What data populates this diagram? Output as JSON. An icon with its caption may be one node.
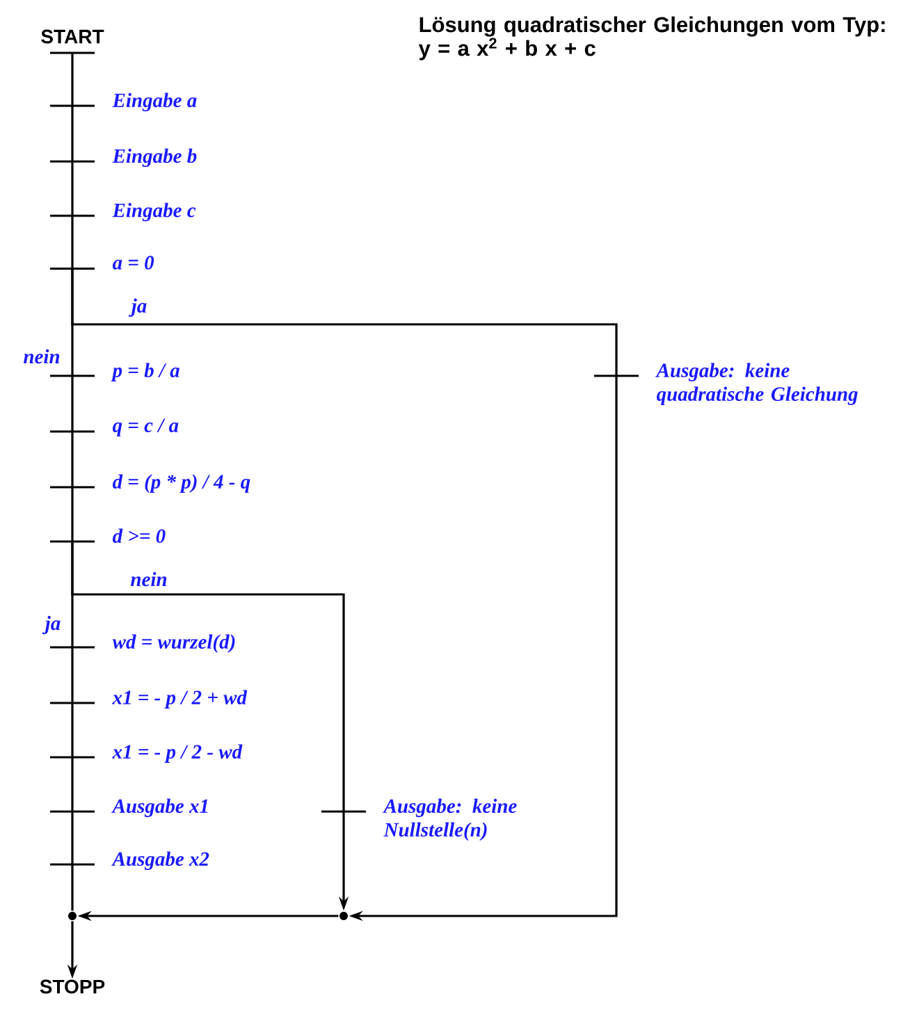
{
  "diagram": {
    "title": "Lösung quadratischer Gleichungen vom Typ:  y = a x$^{2}$ + b x  +  c",
    "nodes": [
      {
        "text": [
          "START"
        ]
      },
      {
        "text": [
          "Eingabe a"
        ]
      },
      {
        "text": [
          "Eingabe b"
        ]
      },
      {
        "text": [
          "Eingabe c"
        ]
      },
      {
        "text": [
          "a = 0"
        ]
      },
      {
        "text": [
          "p = b / a"
        ]
      },
      {
        "text": [
          "q = c / a"
        ]
      },
      {
        "text": [
          "d = (p * p) / 4 - q"
        ]
      },
      {
        "text": [
          "d >= 0"
        ]
      },
      {
        "text": [
          "wd = wurzel(d)"
        ]
      },
      {
        "text": [
          "x1 = - p / 2 + wd"
        ]
      },
      {
        "text": [
          "x1 = - p / 2 - wd"
        ]
      },
      {
        "text": [
          "Ausgabe x1"
        ]
      },
      {
        "text": [
          "Ausgabe x2"
        ]
      },
      {
        "text": [
          "Ausgabe: keine quadratische Gleichung"
        ]
      },
      {
        "text": [
          "Ausgabe: keine Nullstelle(n)"
        ]
      },
      {
        "text": [],
        "shape": "circle"
      },
      {
        "text": [],
        "shape": "circle"
      },
      {
        "text": [
          "STOPP"
        ]
      }
    ],
    "edges": [
      {
        "from": 0,
        "to": 1,
        "arrow": "none"
      },
      {
        "from": 1,
        "to": 2,
        "arrow": "none"
      },
      {
        "from": 2,
        "to": 3,
        "arrow": "none"
      },
      {
        "from": 3,
        "to": 4,
        "arrow": "none"
      },
      {
        "from": 4,
        "to": 5,
        "arrow": "none",
        "label": "nein"
      },
      {
        "from": 4,
        "to": 14,
        "arrow": "none",
        "label": "ja"
      },
      {
        "from": 5,
        "to": 6,
        "arrow": "none"
      },
      {
        "from": 6,
        "to": 7,
        "arrow": "none"
      },
      {
        "from": 7,
        "to": 8,
        "arrow": "none"
      },
      {
        "from": 8,
        "to": 9,
        "arrow": "none",
        "label": "ja"
      },
      {
        "from": 8,
        "to": 15,
        "arrow": "none",
        "label": "nein"
      },
      {
        "from": 9,
        "to": 10,
        "arrow": "none"
      },
      {
        "from": 10,
        "to": 11,
        "arrow": "none"
      },
      {
        "from": 11,
        "to": 12,
        "arrow": "none"
      },
      {
        "from": 12,
        "to": 13,
        "arrow": "none"
      },
      {
        "from": 13,
        "to": 16,
        "arrow": "none"
      },
      {
        "from": 15,
        "to": 17,
        "arrow": "to"
      },
      {
        "from": 14,
        "to": 17,
        "arrow": "to"
      },
      {
        "from": 17,
        "to": 16,
        "arrow": "to"
      },
      {
        "from": 16,
        "to": 18,
        "arrow": "to"
      }
    ]
  }
}
